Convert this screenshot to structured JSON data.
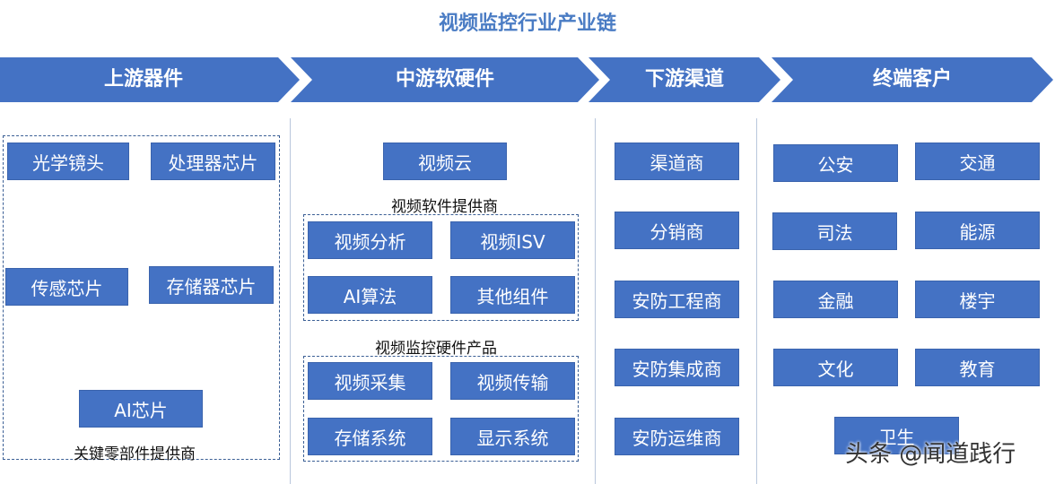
{
  "title": "视频监控行业产业链",
  "stages": [
    {
      "label": "上游器件"
    },
    {
      "label": "中游软硬件"
    },
    {
      "label": "下游渠道"
    },
    {
      "label": "终端客户"
    }
  ],
  "upstream": {
    "items": [
      "光学镜头",
      "处理器芯片",
      "传感芯片",
      "存储器芯片",
      "AI芯片"
    ],
    "group_label": "关键零部件提供商"
  },
  "midstream": {
    "cloud": "视频云",
    "software": {
      "label": "视频软件提供商",
      "items": [
        "视频分析",
        "视频ISV",
        "AI算法",
        "其他组件"
      ]
    },
    "hardware": {
      "label": "视频监控硬件产品",
      "items": [
        "视频采集",
        "视频传输",
        "存储系统",
        "显示系统"
      ]
    }
  },
  "downstream": {
    "items": [
      "渠道商",
      "分销商",
      "安防工程商",
      "安防集成商",
      "安防运维商"
    ]
  },
  "terminal": {
    "items": [
      "公安",
      "交通",
      "司法",
      "能源",
      "金融",
      "楼宇",
      "文化",
      "教育",
      "卫生"
    ]
  },
  "watermark": "头条 @闻道践行",
  "colors": {
    "box": "#4472c4",
    "title": "#4a7cc4"
  }
}
